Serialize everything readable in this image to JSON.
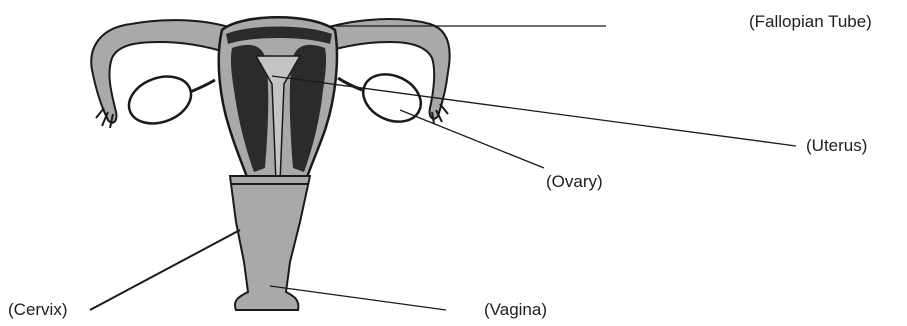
{
  "labels": {
    "fallopian_tube": "(Fallopian Tube)",
    "uterus": "(Uterus)",
    "ovary": "(Ovary)",
    "cervix": "(Cervix)",
    "vagina": "(Vagina)"
  },
  "colors": {
    "tissue": "#a9a9a9",
    "cavity": "#2b2b2b",
    "outline": "#1a1a1a",
    "leader_line": "#1a1a1a"
  }
}
